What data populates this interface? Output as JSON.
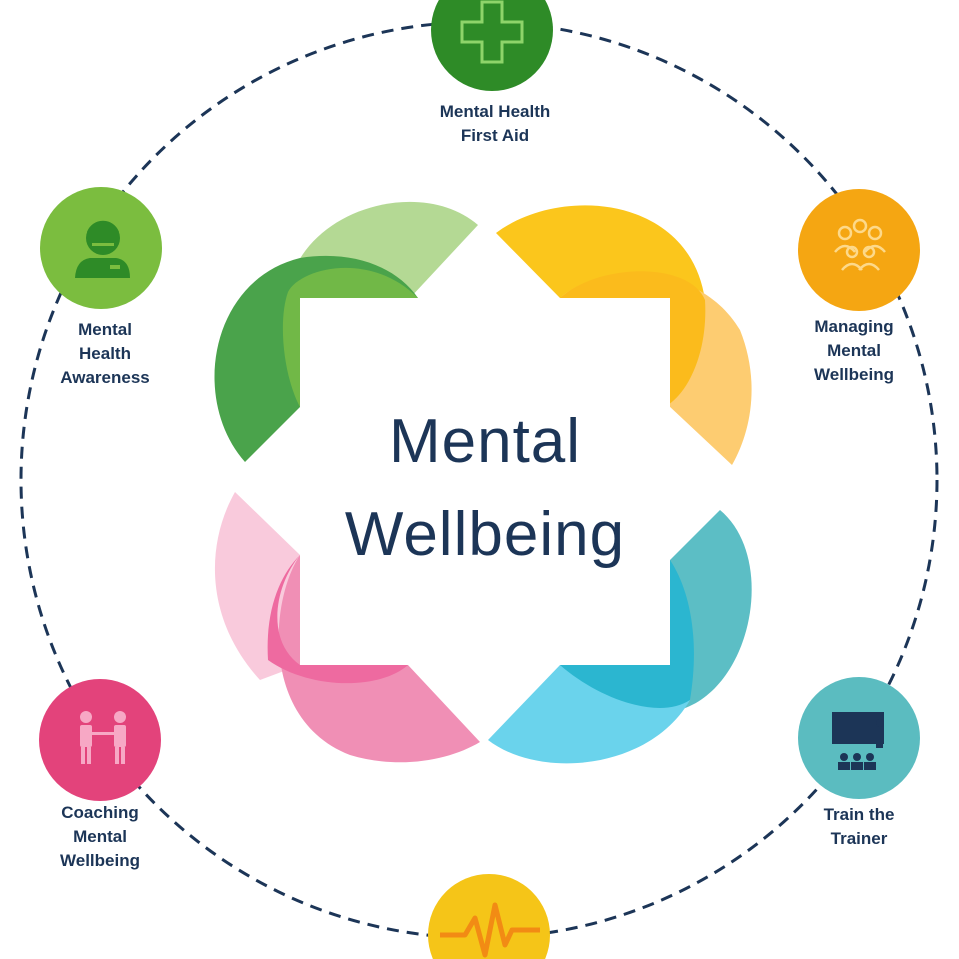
{
  "title": {
    "line1": "Mental",
    "line2": "Wellbeing"
  },
  "nodes": [
    {
      "id": "first-aid",
      "lines": [
        "Mental Health",
        "First Aid"
      ],
      "color": "#2e8b27",
      "icon": "plus-cross-icon"
    },
    {
      "id": "managing",
      "lines": [
        "Managing",
        "Mental",
        "Wellbeing"
      ],
      "color": "#f5a612",
      "icon": "people-group-icon"
    },
    {
      "id": "train",
      "lines": [
        "Train the",
        "Trainer"
      ],
      "color": "#5bbcc0",
      "icon": "presenter-board-icon"
    },
    {
      "id": "pulse",
      "lines": [],
      "color": "#f5c518",
      "icon": "heartbeat-pulse-icon"
    },
    {
      "id": "coaching",
      "lines": [
        "Coaching",
        "Mental",
        "Wellbeing"
      ],
      "color": "#e3437b",
      "icon": "two-people-icon"
    },
    {
      "id": "awareness",
      "lines": [
        "Mental",
        "Health",
        "Awareness"
      ],
      "color": "#7bbd3f",
      "icon": "person-badge-icon"
    }
  ],
  "colors": {
    "text": "#1c3557",
    "ring": "#1c3557",
    "petal_green_dark": "#4aa34b",
    "petal_green_light": "#b4d994",
    "petal_yellow": "#fbc61c",
    "petal_yellow_light": "#fdcc71",
    "petal_blue": "#5cbec5",
    "petal_blue_light": "#6ad3ec",
    "petal_pink": "#f08fb5",
    "petal_pink_light": "#f9cadc"
  }
}
